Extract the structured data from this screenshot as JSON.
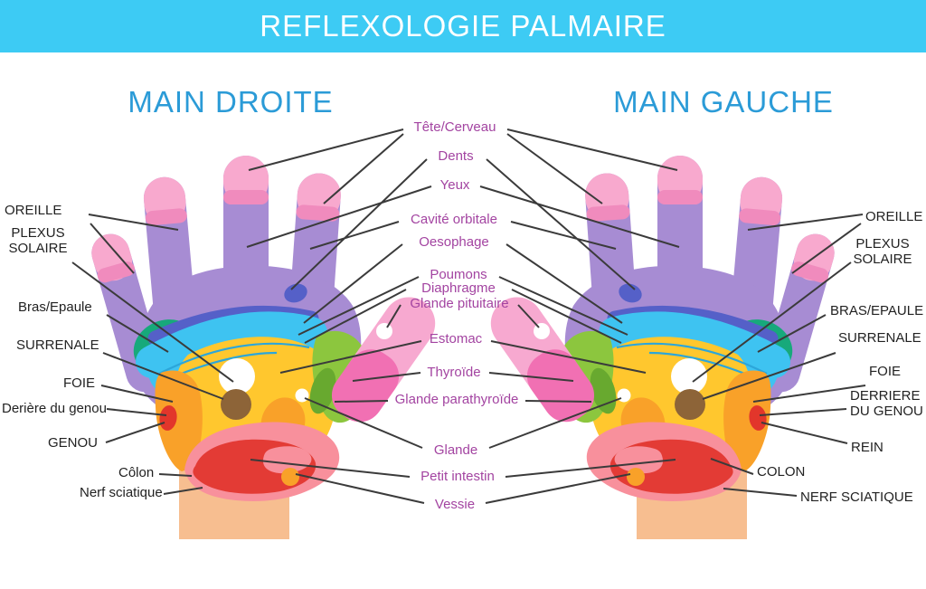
{
  "title": "REFLEXOLOGIE PALMAIRE",
  "headers": {
    "right_hand": "MAIN DROITE",
    "left_hand": "MAIN GAUCHE"
  },
  "labels": {
    "center": [
      "Tête/Cerveau",
      "Dents",
      "Yeux",
      "Cavité orbitale",
      "Oesophage",
      "Poumons",
      "Diaphragme",
      "Glande pituitaire",
      "Estomac",
      "Thyroïde",
      "Glande parathyroïde",
      "Glande",
      "Petit intestin",
      "Vessie"
    ],
    "left": [
      "OREILLE",
      "PLEXUS SOLAIRE",
      "Bras/Epaule",
      "SURRENALE",
      "FOIE",
      "Derière du genou",
      "GENOU",
      "Côlon",
      "Nerf sciatique"
    ],
    "right": [
      "OREILLE",
      "PLEXUS SOLAIRE",
      "BRAS/EPAULE",
      "SURRENALE",
      "FOIE",
      "DERRIERE DU GENOU",
      "REIN",
      "COLON",
      "NERF SCIATIQUE"
    ]
  },
  "colors": {
    "banner_blue": "#3DCBF4",
    "heading_blue": "#2B9BD7",
    "label_purple": "#A344A1",
    "label_black": "#222222",
    "connector_gray": "#3B3B3B",
    "finger_purple": "#A78CD3",
    "fingertip_pink": "#F8A9CE",
    "fingertip_band_pink": "#F08BBD",
    "diaphragm_blue_band": "#5560C8",
    "lung_cyan_band": "#3EC3F1",
    "palm_yellow": "#FFC72E",
    "zone_orange": "#F9A129",
    "zone_teal": "#17A97B",
    "zone_lime": "#8CC63E",
    "zone_dark_lime": "#68A92F",
    "thumb_magenta": "#F170B3",
    "zone_red": "#E33B35",
    "zone_salmon": "#F8909C",
    "zone_brown": "#8D6438",
    "wrist_skin": "#F7BE90"
  }
}
